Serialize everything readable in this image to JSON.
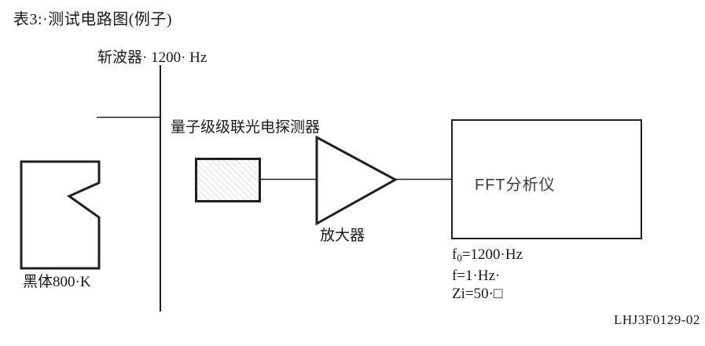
{
  "title": "表3:·测试电路图(例子)",
  "diagram": {
    "chopper_label": "斩波器· 1200· Hz",
    "detector_label": "量子级级联光电探测器",
    "blackbody_label": "黑体800·K",
    "amplifier_label": "放大器",
    "fft_label": "FFT分析仪",
    "params": {
      "line1_base": "f",
      "line1_sub": "0",
      "line1_rest": "=1200·Hz",
      "line2": "f=1·Hz·",
      "line3": "Zi=50·□"
    },
    "doc_number": "LHJ3F0129-02"
  },
  "colors": {
    "line": "#1f1f1f",
    "background": "#ffffff",
    "hatch": "#e7e7e7"
  }
}
